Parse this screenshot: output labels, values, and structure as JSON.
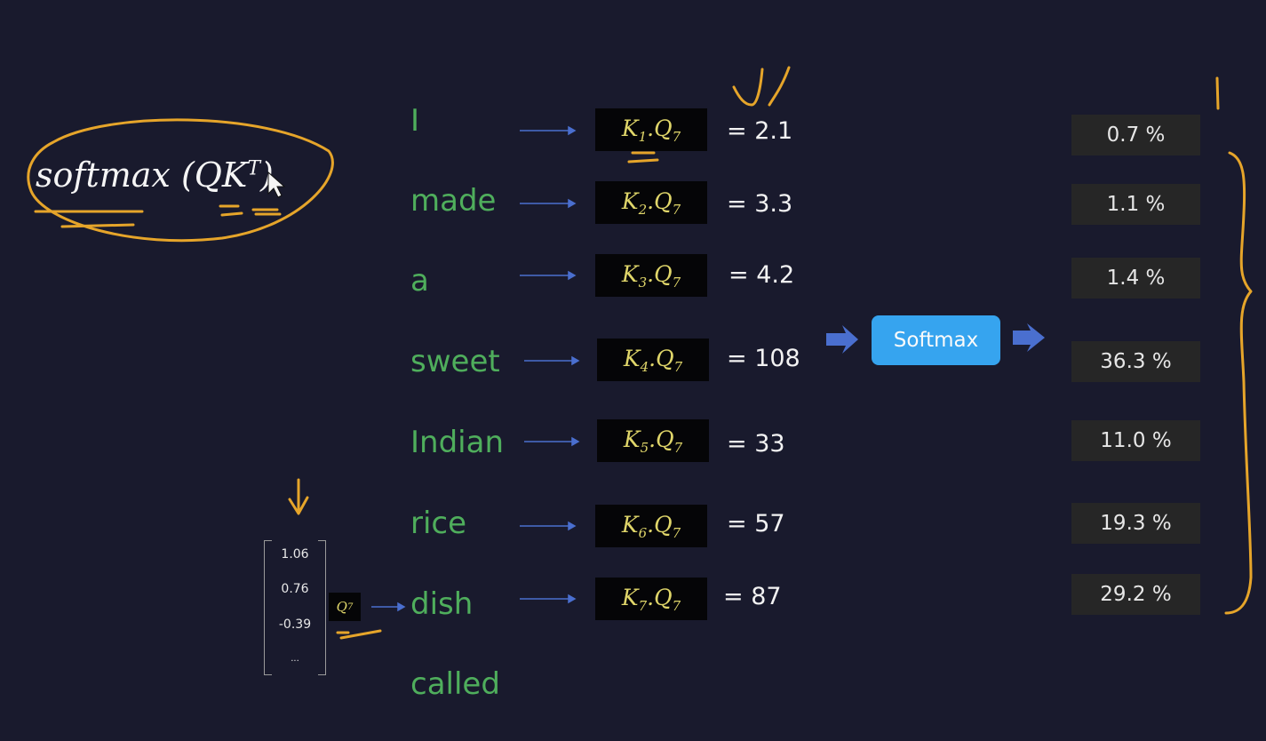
{
  "formula": {
    "name": "softmax",
    "args": "(QK",
    "sup": "T",
    "close": ")"
  },
  "tokens": [
    "I",
    "made",
    "a",
    "sweet",
    "Indian",
    "rice",
    "dish",
    "called"
  ],
  "rows": [
    {
      "k": "K",
      "kidx": "1",
      "q": "Q",
      "qidx": "7",
      "score": "= 2.1",
      "percent": "0.7 %"
    },
    {
      "k": "K",
      "kidx": "2",
      "q": "Q",
      "qidx": "7",
      "score": "= 3.3",
      "percent": "1.1 %"
    },
    {
      "k": "K",
      "kidx": "3",
      "q": "Q",
      "qidx": "7",
      "score": "= 4.2",
      "percent": "1.4 %"
    },
    {
      "k": "K",
      "kidx": "4",
      "q": "Q",
      "qidx": "7",
      "score": "= 108",
      "percent": "36.3 %"
    },
    {
      "k": "K",
      "kidx": "5",
      "q": "Q",
      "qidx": "7",
      "score": "= 33",
      "percent": "11.0 %"
    },
    {
      "k": "K",
      "kidx": "6",
      "q": "Q",
      "qidx": "7",
      "score": "= 57",
      "percent": "19.3 %"
    },
    {
      "k": "K",
      "kidx": "7",
      "q": "Q",
      "qidx": "7",
      "score": "= 87",
      "percent": "29.2 %"
    }
  ],
  "softmax_label": "Softmax",
  "vector": [
    "1.06",
    "0.76",
    "-0.39",
    "..."
  ],
  "q7": {
    "letter": "Q",
    "idx": "7"
  },
  "colors": {
    "background": "#191a2d",
    "token": "#4fae5c",
    "kq_text": "#e0d66a",
    "softmax_button": "#36a4ef",
    "annotation": "#e6a52a",
    "arrow": "#4a6fcf"
  }
}
